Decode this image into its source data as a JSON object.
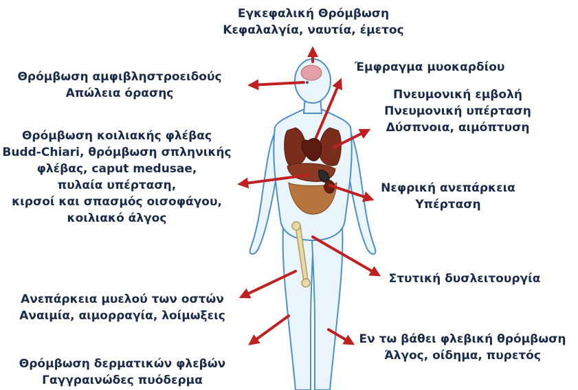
{
  "labels": {
    "brain": [
      "Εγκεφαλική Θρόμβωση",
      "Κεφαλαλγία, ναυτία, έμετος"
    ],
    "retina": [
      "Θρόμβωση αμφιβληστροειδούς",
      "Απώλεια όρασης"
    ],
    "heart": [
      "Έμφραγμα μυοκαρδίου"
    ],
    "lung": [
      "Πνευμονική εμβολή",
      "Πνευμονική υπέρταση",
      "Δύσπνοια, αιμόπτυση"
    ],
    "abdomen": [
      "Θρόμβωση κοιλιακής φλέβας",
      "Budd-Chiari, θρόμβωση σπληνικής",
      "φλέβας, caput medusae,",
      "πυλαία υπέρταση,",
      "κιρσοί και σπασμός οισοφάγου,",
      "κοιλιακό άλγος"
    ],
    "kidney": [
      "Νεφρική ανεπάρκεια",
      "Υπέρταση"
    ],
    "bladder": [
      "Στυτική δυσλειτουργία"
    ],
    "marrow": [
      "Ανεπάρκεια μυελού των οστών",
      "Αναιμία, αιμορραγία, λοίμωξεις"
    ],
    "dvt": [
      "Εν τω βάθει φλεβική θρόμβωση",
      "Άλγος, οίδημα, πυρετός"
    ],
    "skin": [
      "Θρόμβωση δερματικών φλεβών",
      "Γαγγραινώδες πυόδερμα"
    ]
  },
  "colors": {
    "text": "#1a2b4a",
    "arrow": "#c0201f",
    "body_outline": "#4a90c8",
    "body_fill": "#eaf4fb",
    "organ": "#8a3a22"
  },
  "icons": [
    "human-body-figure-icon",
    "brain-icon",
    "heart-icon",
    "lungs-icon",
    "liver-icon",
    "kidney-icon",
    "femur-bone-icon"
  ]
}
